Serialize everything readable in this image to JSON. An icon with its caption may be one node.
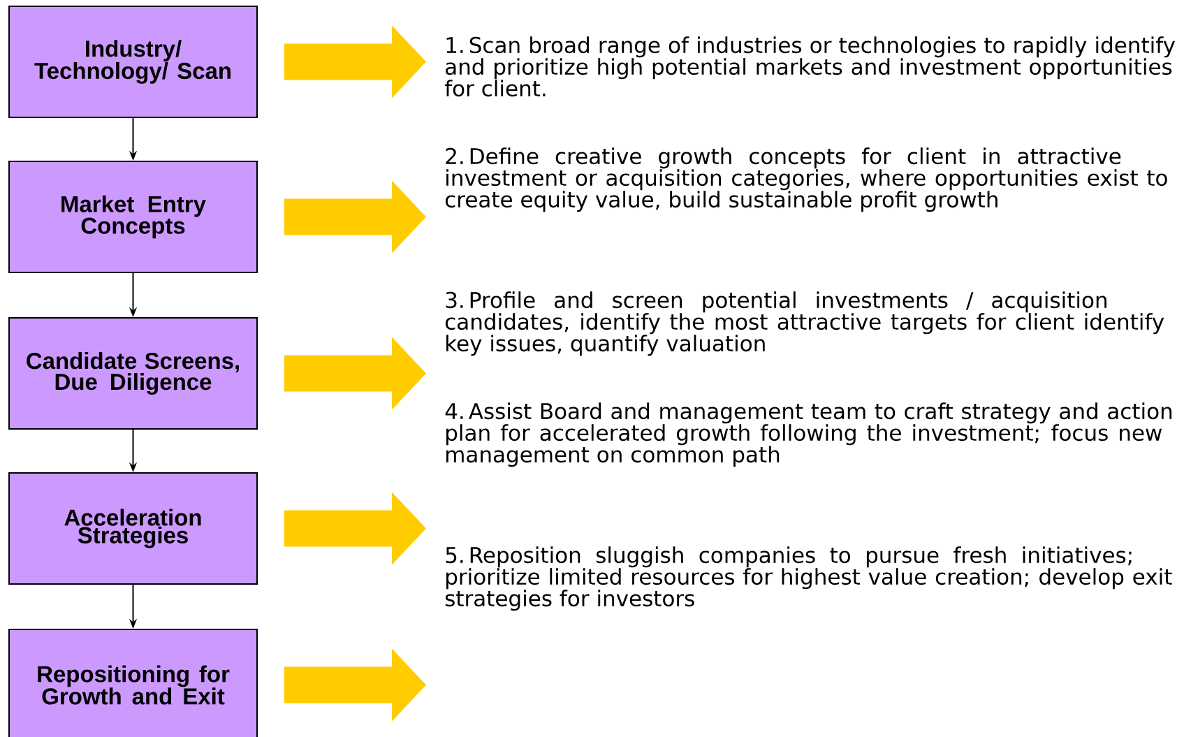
{
  "diagram": {
    "nodes": [
      {
        "text": [
          "Industry/ Technology/ Scan"
        ]
      },
      {
        "text": [
          "Market Entry Concepts"
        ]
      },
      {
        "text": [
          "Candidate Screens, Due Diligence"
        ]
      },
      {
        "text": [
          "Acceleration Strategies"
        ]
      },
      {
        "text": [
          "Repositioning for Growth and Exit"
        ]
      }
    ],
    "edges": [
      {
        "from": 0,
        "to": 1,
        "arrow": "to"
      },
      {
        "from": 1,
        "to": 2,
        "arrow": "to"
      },
      {
        "from": 2,
        "to": 3,
        "arrow": "to"
      },
      {
        "from": 3,
        "to": 4,
        "arrow": "to"
      },
      {
        "from": 0,
        "to": null,
        "arrow": "to",
        "style": "thick",
        "color": "#ffcc00"
      },
      {
        "from": 1,
        "to": null,
        "arrow": "to",
        "style": "thick",
        "color": "#ffcc00"
      },
      {
        "from": 2,
        "to": null,
        "arrow": "to",
        "style": "thick",
        "color": "#ffcc00"
      },
      {
        "from": 3,
        "to": null,
        "arrow": "to",
        "style": "thick",
        "color": "#ffcc00"
      },
      {
        "from": 4,
        "to": null,
        "arrow": "to",
        "style": "thick",
        "color": "#ffcc00"
      }
    ],
    "labels": [
      "1. Scan broad range of industries or technologies to rapidly identify and prioritize high potential markets and investment opportunities for client.",
      "2. Define creative growth concepts for client in attractive investment or acquisition categories, where opportunities exist to create equity value, build sustainable profit growth",
      "3. Profile and screen potential investments / acquisition candidates, identify the most attractive targets for client identify key issues, quantify valuation",
      "4. Assist Board and management team to craft strategy and action plan for accelerated growth following the investment; focus new management on common path",
      "5. Reposition sluggish companies to pursue fresh initiatives; prioritize limited resources for highest value creation; develop exit strategies for investors"
    ]
  }
}
